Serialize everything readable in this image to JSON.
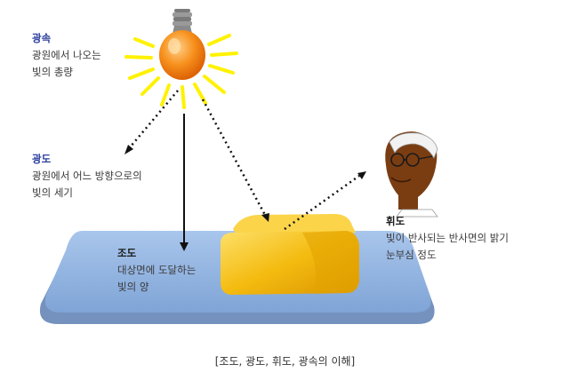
{
  "labels": {
    "luminous_flux": {
      "title": "광속",
      "lines": [
        "광원에서 나오는",
        "빛의 총량"
      ]
    },
    "luminous_intensity": {
      "title": "광도",
      "lines": [
        "광원에서 어느 방향으로의",
        "빛의 세기"
      ]
    },
    "illuminance": {
      "title": "조도",
      "lines": [
        "대상면에 도달하는",
        "빛의 양"
      ]
    },
    "luminance": {
      "title": "휘도",
      "lines": [
        "빛이 반사되는 반사면의 밝기",
        "눈부심 정도"
      ]
    }
  },
  "caption": "[조도, 광도, 휘도, 광속의 이해]",
  "colors": {
    "title_blue": "#2a3f9e",
    "bulb": "#f07a10",
    "rays": "#fff200",
    "plate": "#8fb3e0",
    "block": "#f2b70a"
  },
  "icons": [
    "light-bulb-icon",
    "person-face-icon"
  ]
}
